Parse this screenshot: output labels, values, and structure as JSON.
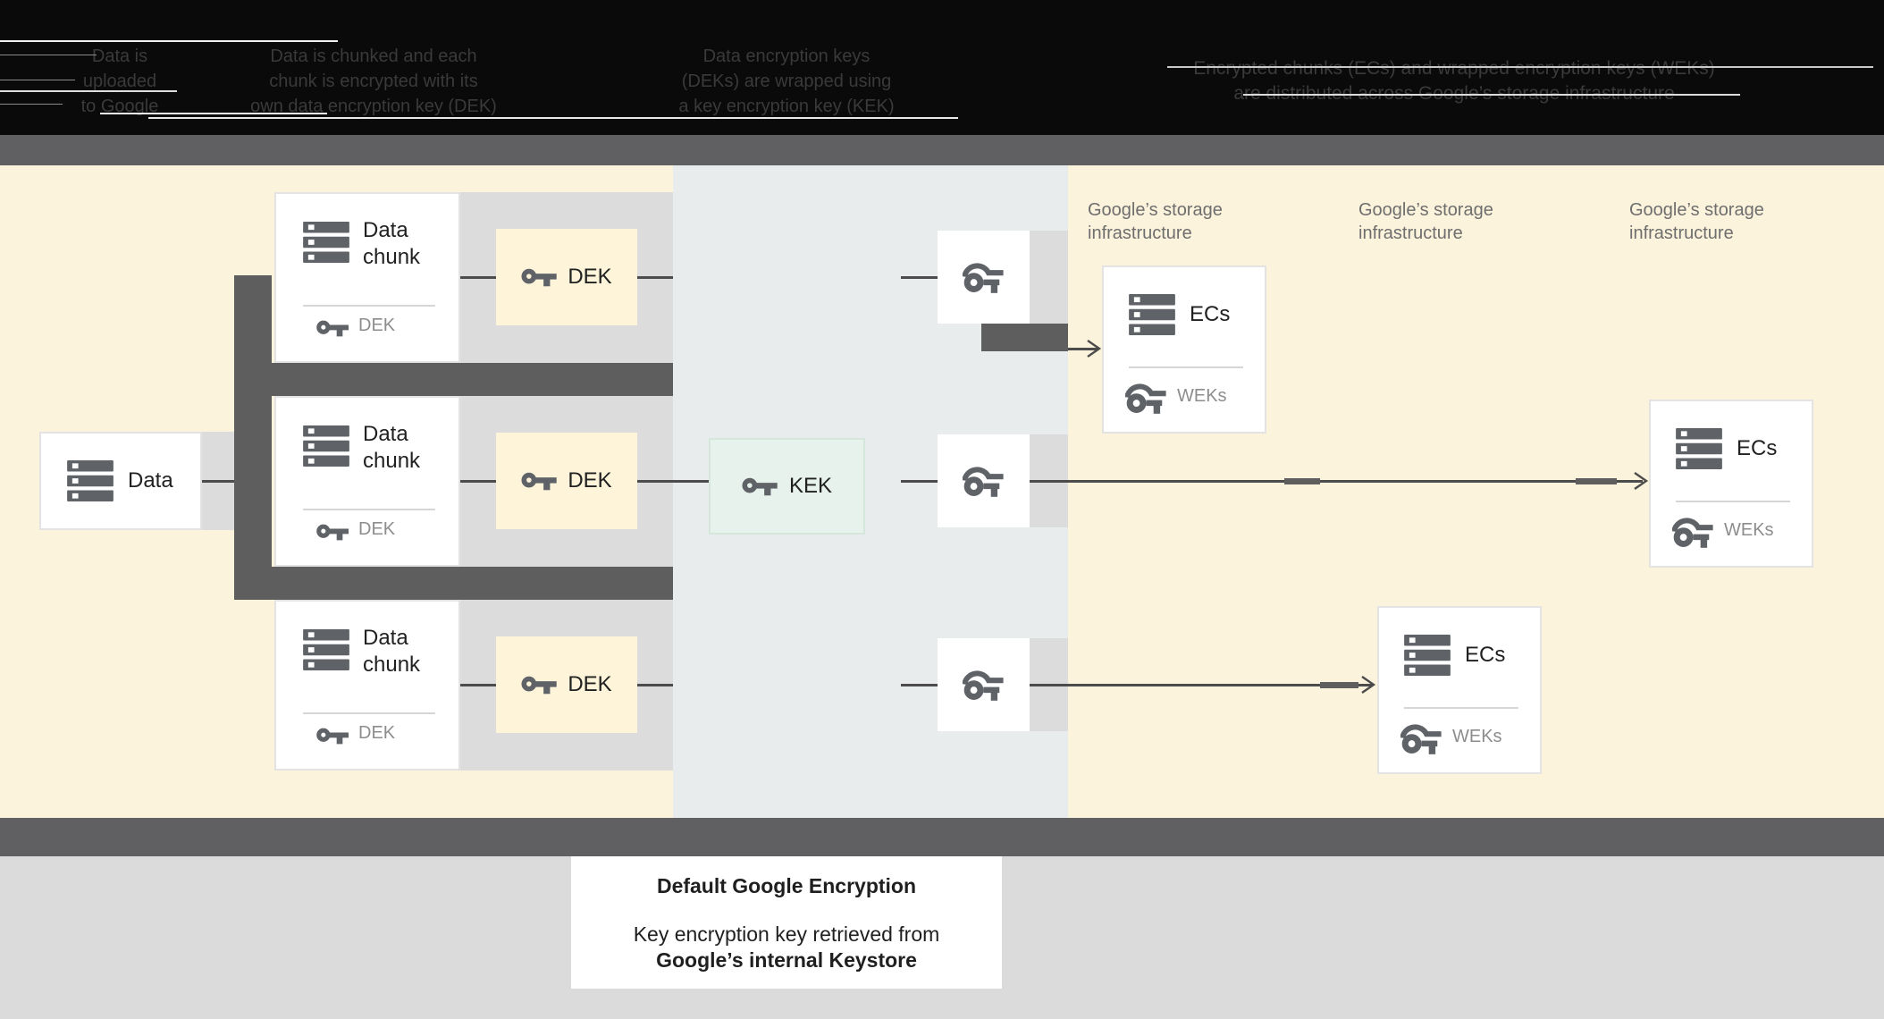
{
  "header": {
    "col1_lines": [
      "Data is",
      "uploaded",
      "to Google"
    ],
    "col2_lines": [
      "Data is chunked and each",
      "chunk is encrypted with its",
      "own data encryption key (DEK)"
    ],
    "col3_lines": [
      "Data encryption keys",
      "(DEKs) are wrapped using",
      "a key encryption key (KEK)"
    ],
    "col4_lines": [
      "Encrypted chunks (ECs) and wrapped encryption keys (WEKs)",
      "are distributed across Google’s storage infrastructure"
    ]
  },
  "labels": {
    "data": "Data",
    "chunk_line1": "Data",
    "chunk_line2": "chunk",
    "chunk_key": "DEK",
    "dek": "DEK",
    "kek": "KEK",
    "ecs": "ECs",
    "weks": "WEKs",
    "storage_line1": "Google’s storage",
    "storage_line2": "infrastructure"
  },
  "caption": {
    "title": "Default Google Encryption",
    "body_line1": "Key encryption key retrieved from",
    "body_line2": "Google’s internal Keystore"
  },
  "icons": {
    "database": "database-icon",
    "key_solid": "key-icon",
    "key_outline": "wrapped-key-icon",
    "arrowhead": "arrow-right-icon"
  },
  "colors": {
    "header_bg": "#0a0a0a",
    "header_text": "#3a3a3a",
    "separator_band": "#606062",
    "cream_panel": "#fcf3dc",
    "middle_panel": "#e8eced",
    "gray_backdrop": "#dcdcdc",
    "flow_bar": "#5e5e5e",
    "connector_line": "#4c4c4c",
    "icon_gray": "#5f6368",
    "dek_box_bg": "#fdf4da",
    "kek_box_bg": "#e7f2ec",
    "card_border": "#e3e3e3",
    "text_dark": "#212121",
    "text_gray": "#8d8d8d",
    "storage_label_text": "#6e6e6e",
    "bottom_bg": "#dbdbdb"
  }
}
